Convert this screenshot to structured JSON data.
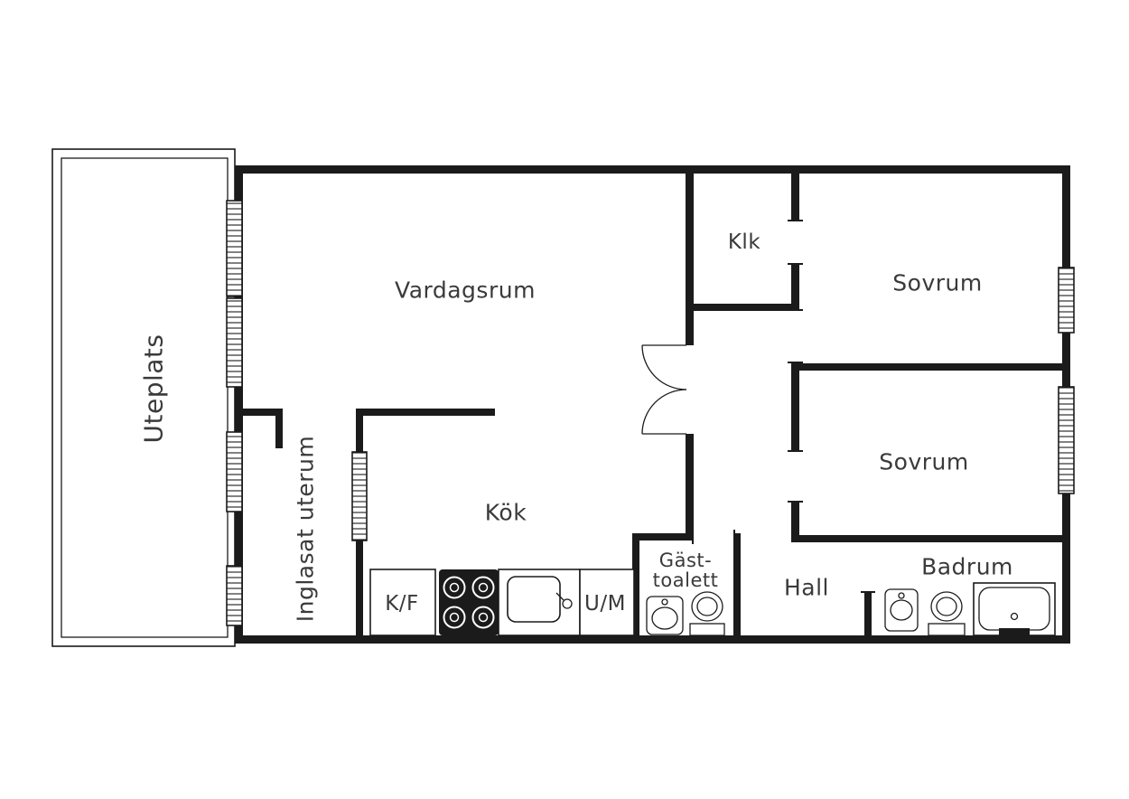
{
  "plan": {
    "type": "apartment-floor-plan",
    "language": "Swedish"
  },
  "colors": {
    "wall": "#1b1b1b",
    "label": "#3a3a3a",
    "background": "#ffffff"
  },
  "labels": {
    "uteplats": "Uteplats",
    "inglasat_uterum": "Inglasat uterum",
    "vardagsrum": "Vardagsrum",
    "klk": "Klk",
    "sovrum_1": "Sovrum",
    "sovrum_2": "Sovrum",
    "kok": "Kök",
    "kf": "K/F",
    "um": "U/M",
    "gast_line1": "Gäst-",
    "gast_line2": "toalett",
    "hall": "Hall",
    "badrum": "Badrum"
  }
}
